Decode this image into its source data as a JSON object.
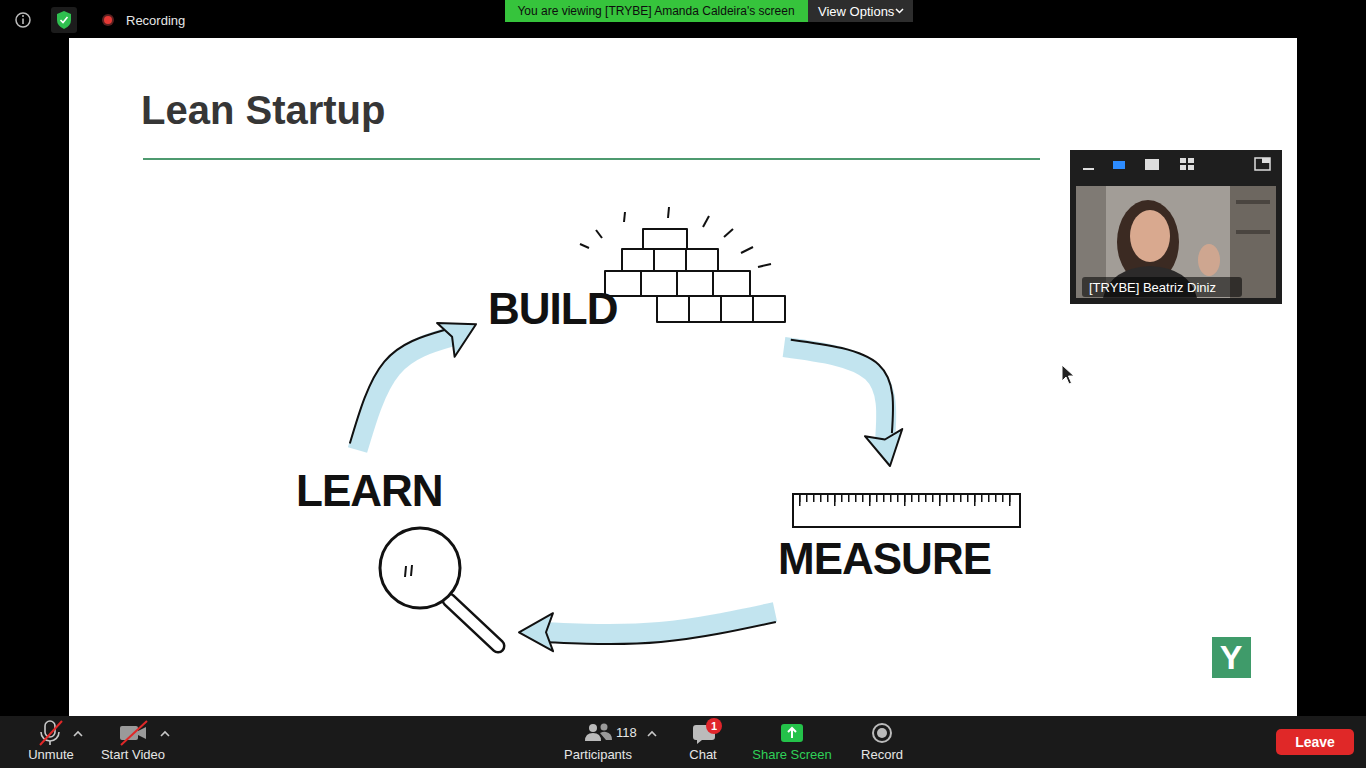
{
  "diagram": {
    "title": "Lean Startup",
    "nodes": [
      {
        "text": [
          "BUILD"
        ]
      },
      {
        "text": [
          "MEASURE"
        ]
      },
      {
        "text": [
          "LEARN"
        ]
      }
    ],
    "edges": [
      {
        "from": 0,
        "to": 1,
        "arrow": "to"
      },
      {
        "from": 1,
        "to": 2,
        "arrow": "to"
      },
      {
        "from": 2,
        "to": 0,
        "arrow": "to"
      }
    ],
    "labels": [
      "Recording",
      "You are viewing [TRYBE] Amanda Caldeira's screen",
      "View Options",
      "[TRYBE] Beatriz Diniz",
      "Y",
      "Unmute",
      "Start Video",
      "118",
      "Participants",
      "1",
      "Chat",
      "Share Screen",
      "Record",
      "Leave"
    ]
  }
}
